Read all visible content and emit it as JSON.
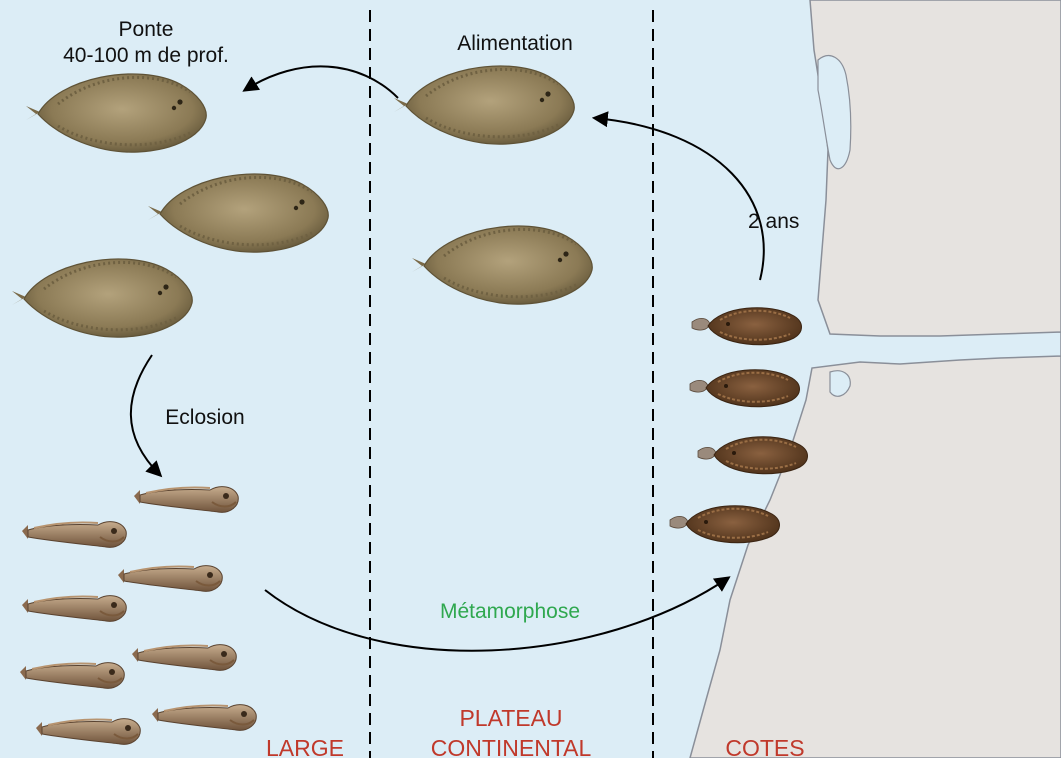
{
  "colors": {
    "sea": "#dcedf6",
    "land": "#e6e3e0",
    "coast_line": "#8a8f99",
    "zone_label": "#c0392b",
    "metamorphose": "#2fa84f",
    "adult_fish": "#8a7a57",
    "larva": "#9c7c5c",
    "juvenile": "#6e4a2a"
  },
  "stages": {
    "ponte": {
      "line1": "Ponte",
      "line2": "40-100 m de prof."
    },
    "alimentation": "Alimentation",
    "deux_ans": "2 ans",
    "eclosion": "Eclosion",
    "metamorphose": "Métamorphose"
  },
  "zones": {
    "large": "LARGE",
    "plateau": {
      "line1": "PLATEAU",
      "line2": "CONTINENTAL"
    },
    "cotes": "COTES"
  }
}
